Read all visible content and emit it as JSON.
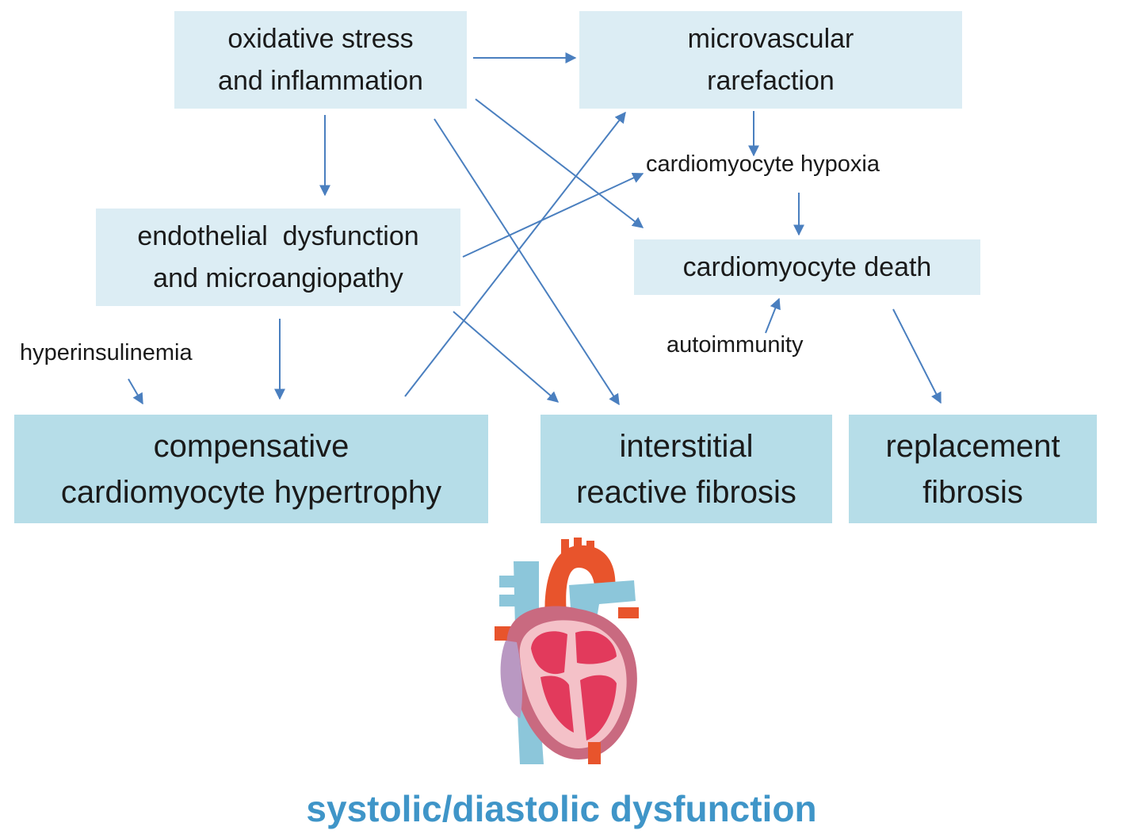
{
  "nodes": {
    "oxidative_stress": [
      "oxidative stress",
      "and inflammation"
    ],
    "microvascular": [
      "microvascular",
      "rarefaction"
    ],
    "endothelial": [
      "endothelial  dysfunction",
      "and microangiopathy"
    ],
    "cardiomyocyte_death": "cardiomyocyte death",
    "compensative_hypertrophy": [
      "compensative",
      "cardiomyocyte hypertrophy"
    ],
    "interstitial_fibrosis": [
      "interstitial",
      "reactive fibrosis"
    ],
    "replacement_fibrosis": [
      "replacement",
      "fibrosis"
    ]
  },
  "labels": {
    "cardiomyocyte_hypoxia": "cardiomyocyte hypoxia",
    "autoimmunity": "autoimmunity",
    "hyperinsulinemia": "hyperinsulinemia"
  },
  "outcome": "systolic/diastolic dysfunction",
  "edges": [
    {
      "from": "oxidative stress and inflammation",
      "to": "microvascular rarefaction"
    },
    {
      "from": "oxidative stress and inflammation",
      "to": "endothelial dysfunction and microangiopathy"
    },
    {
      "from": "oxidative stress and inflammation",
      "to": "cardiomyocyte death"
    },
    {
      "from": "oxidative stress and inflammation",
      "to": "interstitial reactive fibrosis"
    },
    {
      "from": "microvascular rarefaction",
      "to": "cardiomyocyte hypoxia"
    },
    {
      "from": "cardiomyocyte hypoxia",
      "to": "cardiomyocyte death"
    },
    {
      "from": "endothelial dysfunction and microangiopathy",
      "to": "cardiomyocyte hypoxia"
    },
    {
      "from": "endothelial dysfunction and microangiopathy",
      "to": "compensative cardiomyocyte hypertrophy"
    },
    {
      "from": "endothelial dysfunction and microangiopathy",
      "to": "interstitial reactive fibrosis"
    },
    {
      "from": "compensative cardiomyocyte hypertrophy",
      "to": "microvascular rarefaction"
    },
    {
      "from": "hyperinsulinemia",
      "to": "compensative cardiomyocyte hypertrophy"
    },
    {
      "from": "autoimmunity",
      "to": "cardiomyocyte death"
    },
    {
      "from": "cardiomyocyte death",
      "to": "replacement fibrosis"
    }
  ],
  "colors": {
    "box_light": "#dcedf4",
    "box_dark": "#b6dde8",
    "arrow": "#4a7fbf",
    "outcome_text": "#3f95c8"
  },
  "illustration": "heart-cross-section-icon"
}
